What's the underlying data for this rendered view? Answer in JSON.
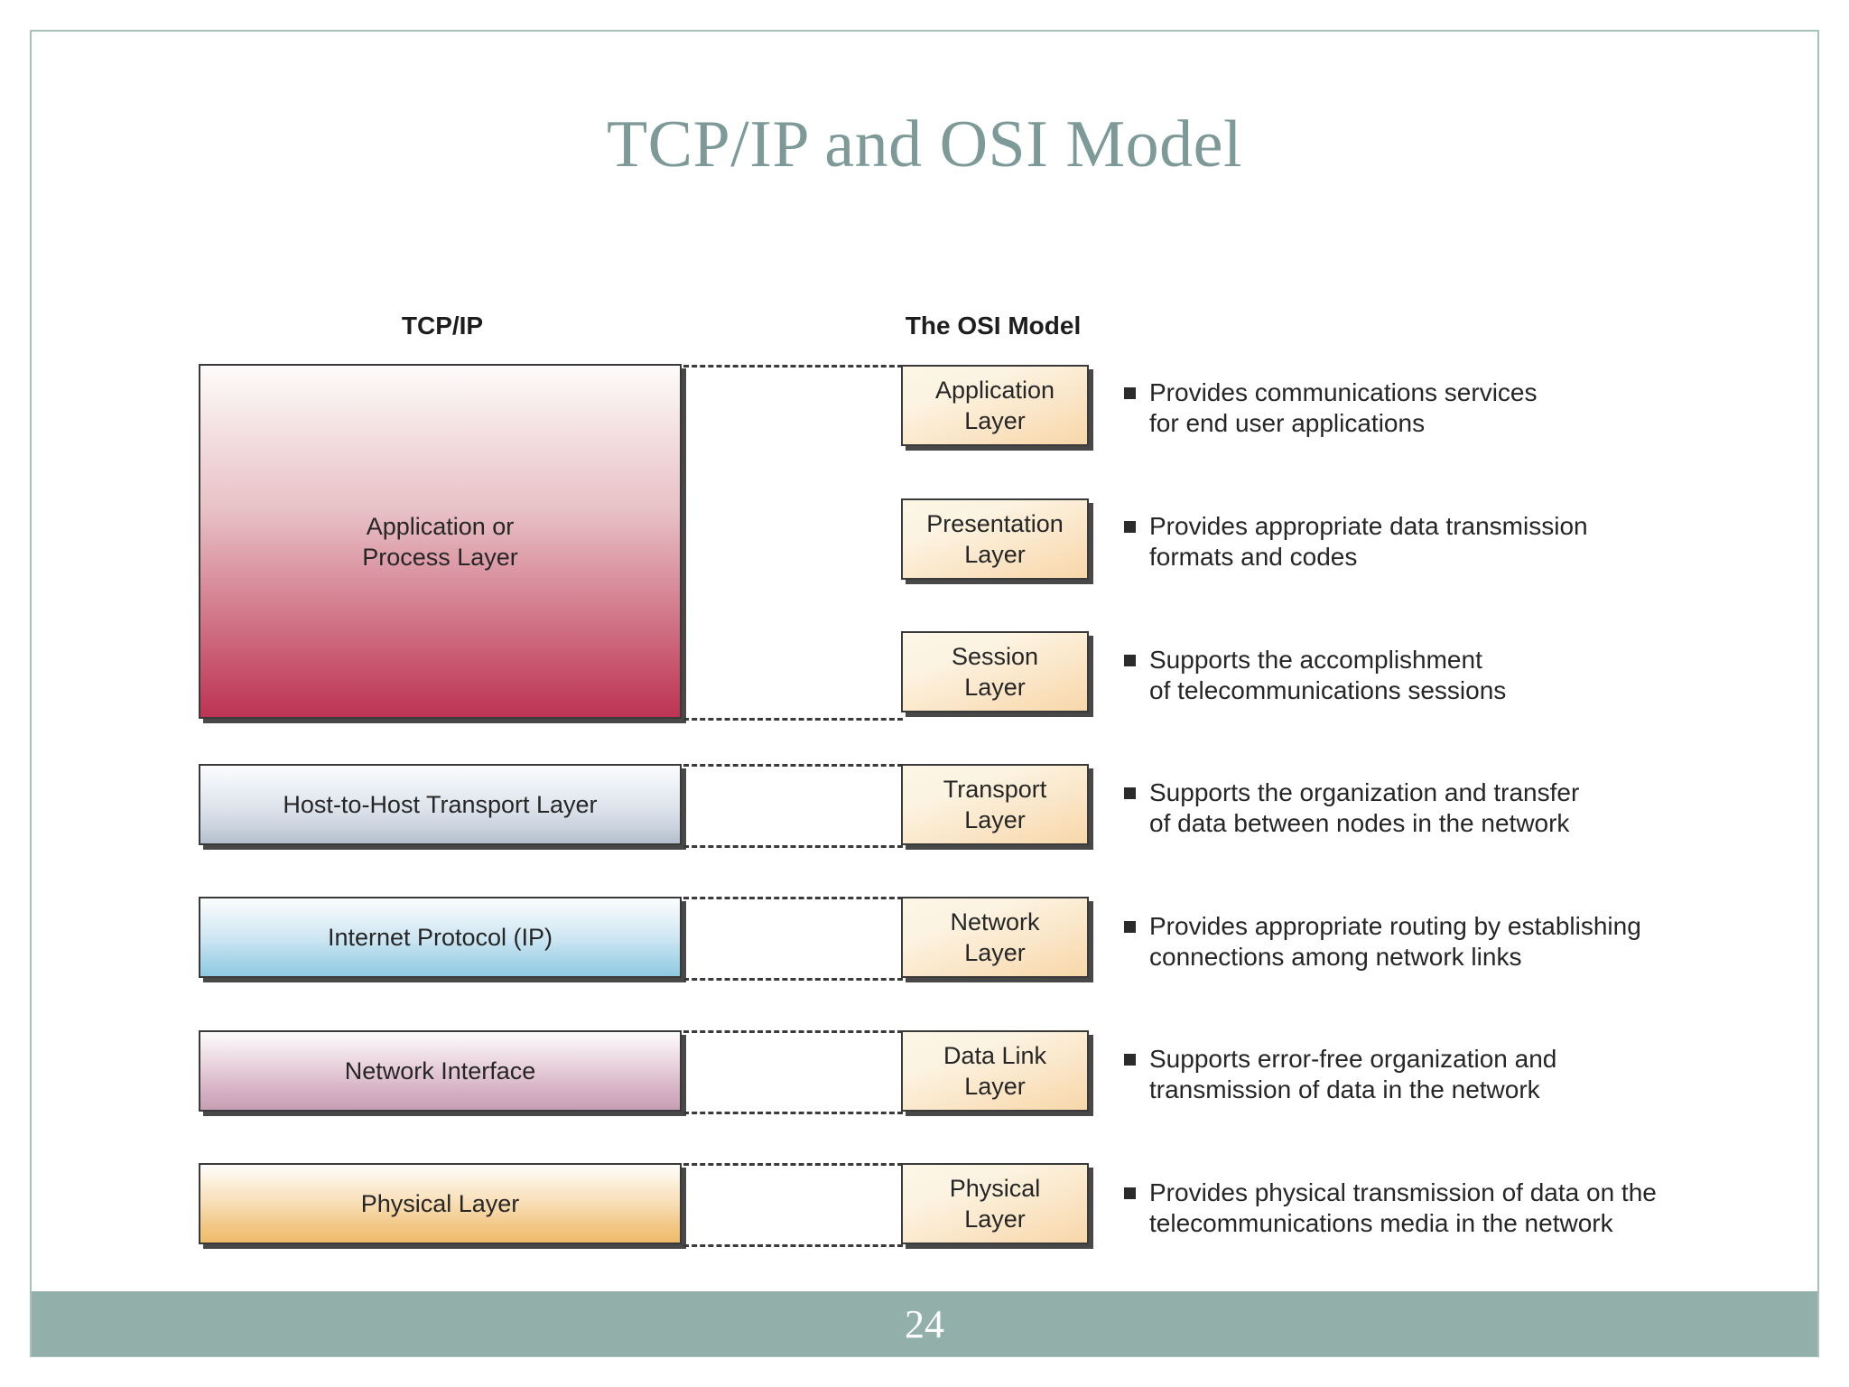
{
  "slide": {
    "title": "TCP/IP and OSI Model",
    "page_number": "24",
    "accent_color": "#7d9a99",
    "footer_color": "#92afa9",
    "frame_color": "#a8c2bb"
  },
  "columns": {
    "tcpip_header": "TCP/IP",
    "osi_header": "The OSI Model"
  },
  "tcpip_layers": [
    {
      "label_line1": "Application or",
      "label_line2": "Process Layer",
      "color": "#bd3354"
    },
    {
      "label_line1": "Host-to-Host Transport Layer",
      "label_line2": "",
      "color": "#b3bfcd"
    },
    {
      "label_line1": "Internet Protocol (IP)",
      "label_line2": "",
      "color": "#8fc9e2"
    },
    {
      "label_line1": "Network Interface",
      "label_line2": "",
      "color": "#c79fb4"
    },
    {
      "label_line1": "Physical Layer",
      "label_line2": "",
      "color": "#efbb6b"
    }
  ],
  "osi_layers": [
    {
      "name_line1": "Application",
      "name_line2": "Layer",
      "description_line1": "Provides communications services",
      "description_line2": "for end user applications"
    },
    {
      "name_line1": "Presentation",
      "name_line2": "Layer",
      "description_line1": "Provides appropriate data transmission",
      "description_line2": "formats and codes"
    },
    {
      "name_line1": "Session",
      "name_line2": "Layer",
      "description_line1": "Supports the accomplishment",
      "description_line2": "of telecommunications sessions"
    },
    {
      "name_line1": "Transport",
      "name_line2": "Layer",
      "description_line1": "Supports the organization and transfer",
      "description_line2": "of data between nodes in the network"
    },
    {
      "name_line1": "Network",
      "name_line2": "Layer",
      "description_line1": "Provides appropriate routing by establishing",
      "description_line2": "connections among network links"
    },
    {
      "name_line1": "Data Link",
      "name_line2": "Layer",
      "description_line1": "Supports error-free organization and",
      "description_line2": "transmission of data in the network"
    },
    {
      "name_line1": "Physical",
      "name_line2": "Layer",
      "description_line1": "Provides physical transmission of data on the",
      "description_line2": "telecommunications media in the network"
    }
  ]
}
